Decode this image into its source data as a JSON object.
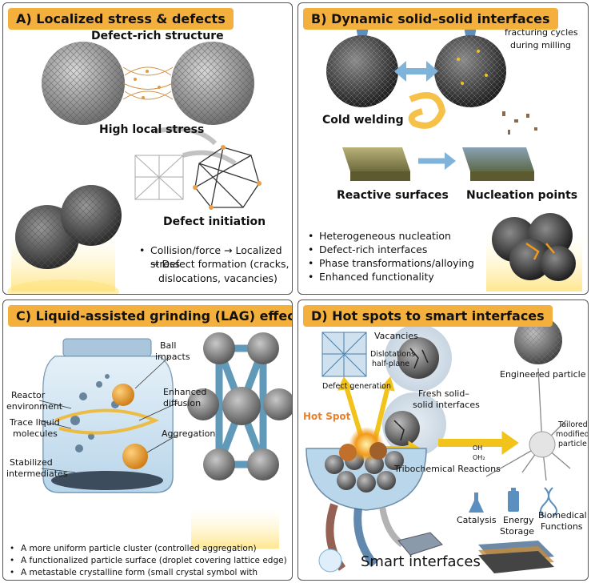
{
  "panelA": {
    "title": "A) Localized stress & defects",
    "defect_rich": "Defect-rich structure",
    "high_stress": "High local stress",
    "defect_initiation": "Defect initiation",
    "bullet_lines": [
      "Collision/force → Localized stress",
      "→ Defect formation (cracks,",
      "dislocations, vacancies)"
    ]
  },
  "panelB": {
    "title": "B) Dynamic solid–solid interfaces",
    "fracturing": "fracturing cycles",
    "during_milling": "during milling",
    "cold_welding": "Cold welding",
    "reactive_surfaces": "Reactive surfaces",
    "nucleation_points": "Nucleation points",
    "bullets": [
      "Heterogeneous nucleation",
      "Defect-rich interfaces",
      "Phase transformations/alloying",
      "Enhanced functionality"
    ]
  },
  "panelC": {
    "title": "C) Liquid-assisted grinding (LAG) effects",
    "reactor1": "Reactor",
    "reactor2": "environment",
    "trace1": "Trace liquid",
    "trace2": "molecules",
    "stab1": "Stabilized",
    "stab2": "intermediates",
    "ball1": "Ball",
    "ball2": "impacts",
    "enh1": "Enhanced",
    "enh2": "diffusion",
    "aggregation": "Aggregation",
    "bullets": [
      "A more uniform particle cluster (controlled aggregation)",
      "A functionalized particle surface (droplet covering lattice edge)",
      "A metastable crystalline form (small crystal symbol with different shading)"
    ]
  },
  "panelD": {
    "title": "D) Hot spots to smart interfaces",
    "vacancies": "Vacancies",
    "dislocations1": "Dislotations",
    "dislocations2": "half-plane",
    "defect_generation": "Defect generation",
    "fresh1": "Fresh solid–",
    "fresh2": "solid interfaces",
    "engineered": "Engineered particle",
    "hot_spot": "Hot Spot",
    "tailored1": "Tailored",
    "tailored2": "modified",
    "tailored3": "particle",
    "tribo": "Tribochemical Reactions",
    "oh": "OH",
    "oh2": "OH₂",
    "catalysis": "Catalysis",
    "energy1": "Energy",
    "energy2": "Storage",
    "bio1": "Biomedical",
    "bio2": "Functions",
    "smart": "Smart interfaces"
  },
  "colors": {
    "title_bg": "#f4b03c",
    "accent_yellow": "#f2c31a",
    "arrow_blue": "#7fb3d9",
    "hot_orange": "#e8802a"
  }
}
